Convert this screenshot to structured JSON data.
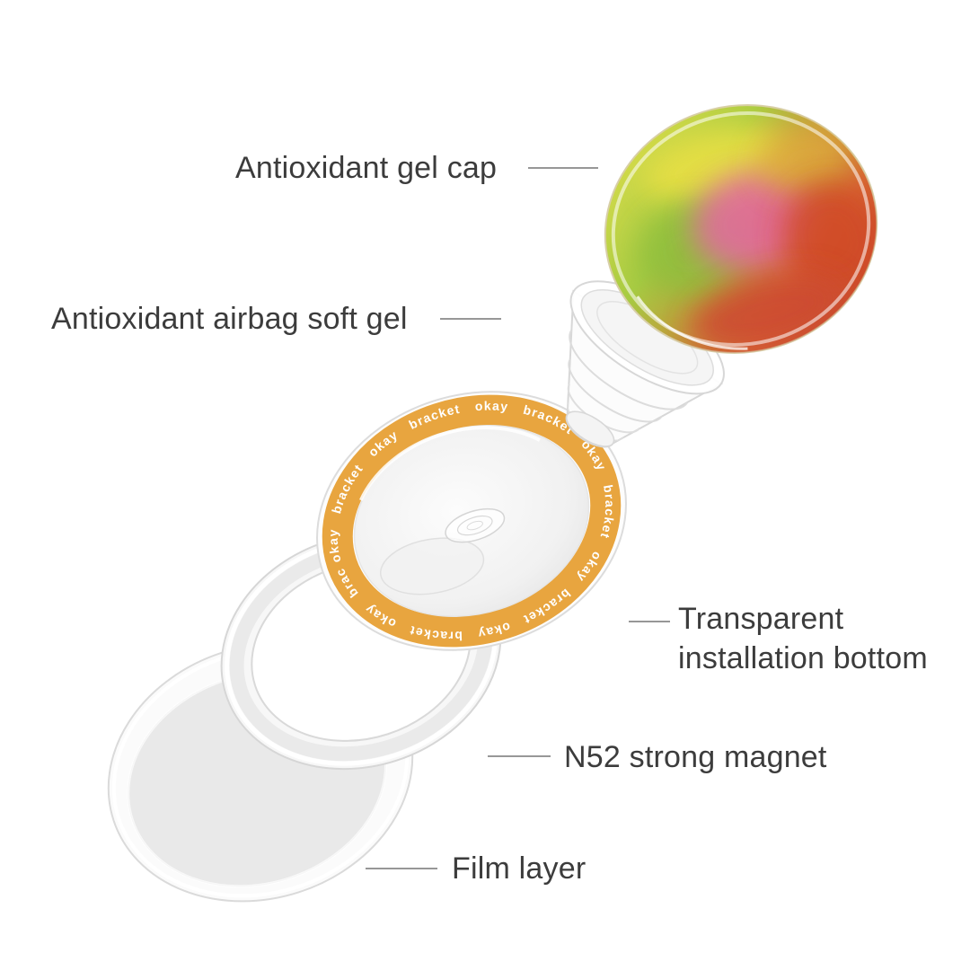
{
  "diagram": {
    "type": "exploded-product-view",
    "background": "#ffffff",
    "label_color": "#3c3c3c"
  },
  "labels": {
    "gel_cap": "Antioxidant gel cap",
    "airbag": "Antioxidant airbag soft gel",
    "installation_bottom": "Transparent installation bottom",
    "magnet": "N52 strong magnet",
    "film": "Film layer"
  },
  "parts": {
    "gel_cap": {
      "description": "iridescent-marbled-disc",
      "colors": [
        "#e6e14e",
        "#a9cc43",
        "#e468a2",
        "#d04a28",
        "#cc4a30",
        "#e0a93c"
      ]
    },
    "airbag_soft_gel": {
      "description": "translucent-accordion-cone"
    },
    "installation_bottom": {
      "ring_color": "#E8A53F",
      "ring_text": "okay bracket",
      "ring_text_repeated": "okay bracket okay bracket okay bracket okay bracket okay bracket okay bracket okay bracket"
    },
    "magnet": {
      "description": "white-metal-ring"
    },
    "film": {
      "description": "translucent-adhesive-film-disc"
    }
  }
}
